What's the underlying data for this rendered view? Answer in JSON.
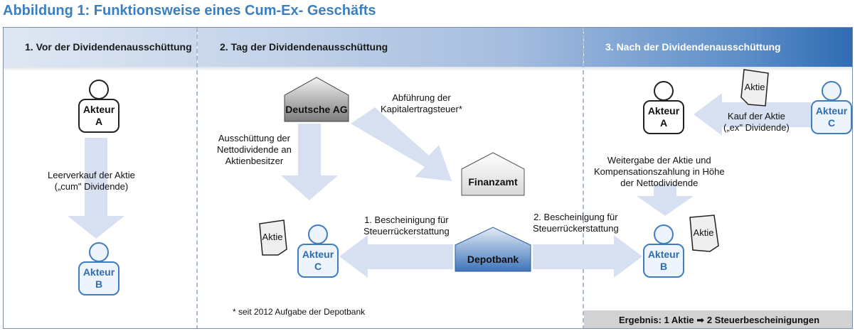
{
  "title": "Abbildung 1: Funktionsweise eines Cum-Ex- Geschäfts",
  "sections": [
    {
      "heading": "1. Vor der Dividendenausschüttung"
    },
    {
      "heading": "2. Tag der Dividendenausschüttung"
    },
    {
      "heading": "3. Nach der Dividendenausschüttung"
    }
  ],
  "actors": {
    "a_left": {
      "line1": "Akteur",
      "line2": "A"
    },
    "b_left": {
      "line1": "Akteur",
      "line2": "B"
    },
    "c_mid": {
      "line1": "Akteur",
      "line2": "C"
    },
    "a_right": {
      "line1": "Akteur",
      "line2": "A"
    },
    "c_right": {
      "line1": "Akteur",
      "line2": "C"
    },
    "b_right": {
      "line1": "Akteur",
      "line2": "B"
    }
  },
  "institutions": {
    "deutsche_ag": "Deutsche AG",
    "finanzamt": "Finanzamt",
    "depotbank": "Depotbank"
  },
  "documents": {
    "aktie_mid": "Aktie",
    "aktie_top_right": "Aktie",
    "aktie_bottom_right": "Aktie"
  },
  "labels": {
    "leerverkauf": [
      "Leerverkauf der Aktie",
      "(„cum\" Dividende)"
    ],
    "ausschuettung": [
      "Ausschüttung der",
      "Nettodividende an",
      "Aktienbesitzer"
    ],
    "abfuehrung": [
      "Abführung der",
      "Kapitalertragsteuer*"
    ],
    "bescheinigung1": [
      "1. Bescheinigung für",
      "Steuerrückerstattung"
    ],
    "bescheinigung2": [
      "2. Bescheinigung für",
      "Steuerrückerstattung"
    ],
    "kauf": [
      "Kauf der Aktie",
      "(„ex\" Dividende)"
    ],
    "weitergabe": [
      "Weitergabe der Aktie und",
      "Kompensationszahlung in Höhe",
      "der Nettodividende"
    ]
  },
  "footnote": "* seit 2012 Aufgabe der Depotbank",
  "result": {
    "prefix": "Ergebnis: 1 Aktie",
    "arrow": "➡",
    "suffix": "2 Steuerbescheinigungen"
  },
  "colors": {
    "title": "#3b7fc0",
    "arrow_fill": "#d6e0f1",
    "actor_blue": "#3f7cc0",
    "header_start": "#dfe7f3",
    "header_end": "#2f6cb4",
    "result_bg": "#d2d2d2"
  }
}
